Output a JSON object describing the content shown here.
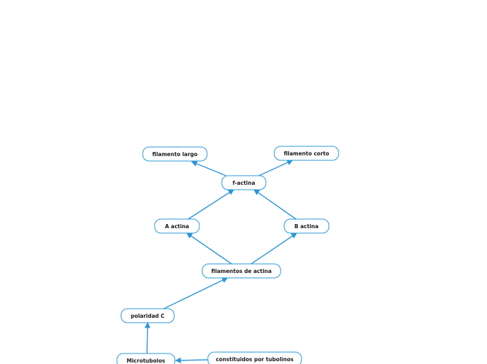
{
  "colors": {
    "accent": "#2a97d8",
    "node_fill": "#ffffff",
    "text": "#1a1a1a"
  },
  "nodes": [
    {
      "id": "filamento-largo",
      "label": "filamento largo"
    },
    {
      "id": "filamento-corto",
      "label": "filamento corto"
    },
    {
      "id": "f-actina",
      "label": "f-actina"
    },
    {
      "id": "a-actina",
      "label": "A actina"
    },
    {
      "id": "b-actina",
      "label": "B actina"
    },
    {
      "id": "filamentos-de-actina",
      "label": "filamentos de actina"
    },
    {
      "id": "polaridad-c",
      "label": "polaridad C"
    },
    {
      "id": "microtubolos",
      "label": "Microtubolos"
    },
    {
      "id": "constituidos",
      "label": "constituidos por tubolinos"
    }
  ],
  "edges": [
    {
      "from": "f-actina",
      "to": "filamento-largo"
    },
    {
      "from": "f-actina",
      "to": "filamento-corto"
    },
    {
      "from": "a-actina",
      "to": "f-actina"
    },
    {
      "from": "b-actina",
      "to": "f-actina"
    },
    {
      "from": "filamentos-de-actina",
      "to": "a-actina"
    },
    {
      "from": "filamentos-de-actina",
      "to": "b-actina"
    },
    {
      "from": "polaridad-c",
      "to": "filamentos-de-actina"
    },
    {
      "from": "microtubolos",
      "to": "polaridad-c"
    },
    {
      "from": "constituidos",
      "to": "microtubolos"
    }
  ]
}
